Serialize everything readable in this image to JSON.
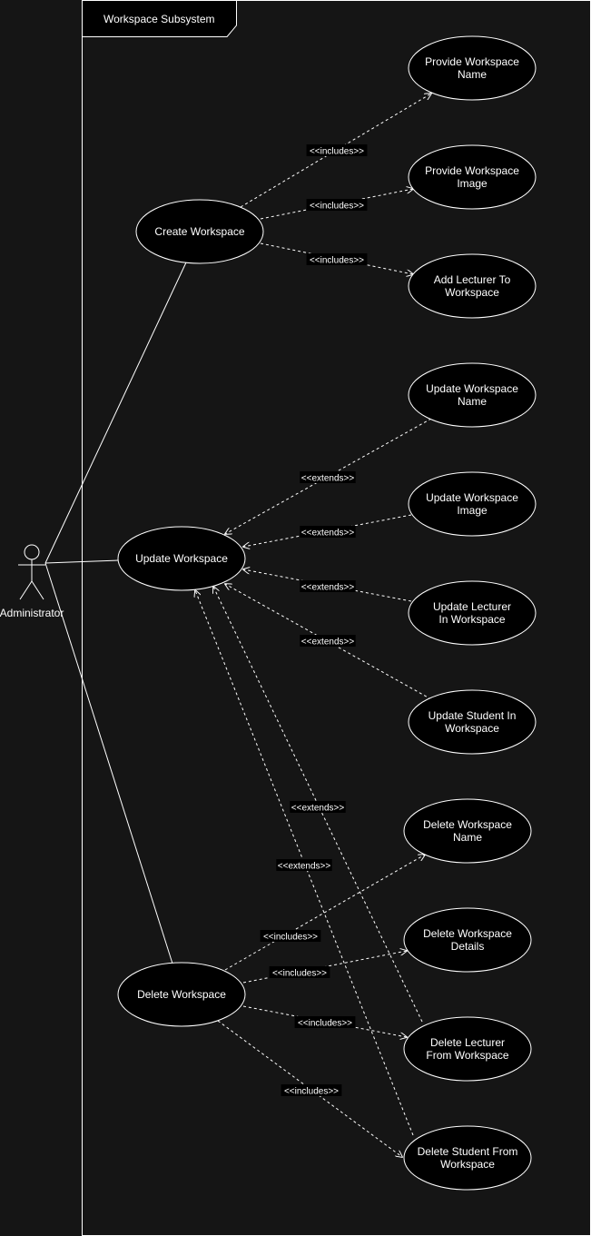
{
  "system": {
    "title": "Workspace Subsystem"
  },
  "actor": {
    "label": "Administrator"
  },
  "use_cases": [
    {
      "id": "create",
      "label": "Create Workspace"
    },
    {
      "id": "update",
      "label": "Update Workspace"
    },
    {
      "id": "delete",
      "label": "Delete Workspace"
    },
    {
      "id": "prov_name",
      "label": "Provide Workspace Name"
    },
    {
      "id": "prov_img",
      "label": "Provide Workspace Image"
    },
    {
      "id": "add_lect",
      "label": "Add Lecturer To Workspace"
    },
    {
      "id": "upd_name",
      "label": "Update Workspace Name"
    },
    {
      "id": "upd_img",
      "label": "Update Workspace Image"
    },
    {
      "id": "upd_lect",
      "label": "Update Lecturer In Workspace"
    },
    {
      "id": "upd_stud",
      "label": "Update Student In Workspace"
    },
    {
      "id": "del_name",
      "label": "Delete Workspace Name"
    },
    {
      "id": "del_details",
      "label": "Delete Workspace Details"
    },
    {
      "id": "del_lect",
      "label": "Delete Lecturer From Workspace"
    },
    {
      "id": "del_stud",
      "label": "Delete Student From Workspace"
    }
  ],
  "associations": [
    {
      "from": "actor",
      "to": "create"
    },
    {
      "from": "actor",
      "to": "update"
    },
    {
      "from": "actor",
      "to": "delete"
    }
  ],
  "relations": [
    {
      "from": "create",
      "to": "prov_name",
      "label": "<<includes>>"
    },
    {
      "from": "create",
      "to": "prov_img",
      "label": "<<includes>>"
    },
    {
      "from": "create",
      "to": "add_lect",
      "label": "<<includes>>"
    },
    {
      "from": "upd_name",
      "to": "update",
      "label": "<<extends>>"
    },
    {
      "from": "upd_img",
      "to": "update",
      "label": "<<extends>>"
    },
    {
      "from": "upd_lect",
      "to": "update",
      "label": "<<extends>>"
    },
    {
      "from": "upd_stud",
      "to": "update",
      "label": "<<extends>>"
    },
    {
      "from": "del_lect",
      "to": "update",
      "label": "<<extends>>"
    },
    {
      "from": "del_stud",
      "to": "update",
      "label": "<<extends>>"
    },
    {
      "from": "delete",
      "to": "del_name",
      "label": "<<includes>>"
    },
    {
      "from": "delete",
      "to": "del_details",
      "label": "<<includes>>"
    },
    {
      "from": "delete",
      "to": "del_lect",
      "label": "<<includes>>"
    },
    {
      "from": "delete",
      "to": "del_stud",
      "label": "<<includes>>"
    }
  ],
  "colors": {
    "background": "#151515",
    "line": "#ffffff",
    "fill": "#000000",
    "text": "#ffffff"
  }
}
